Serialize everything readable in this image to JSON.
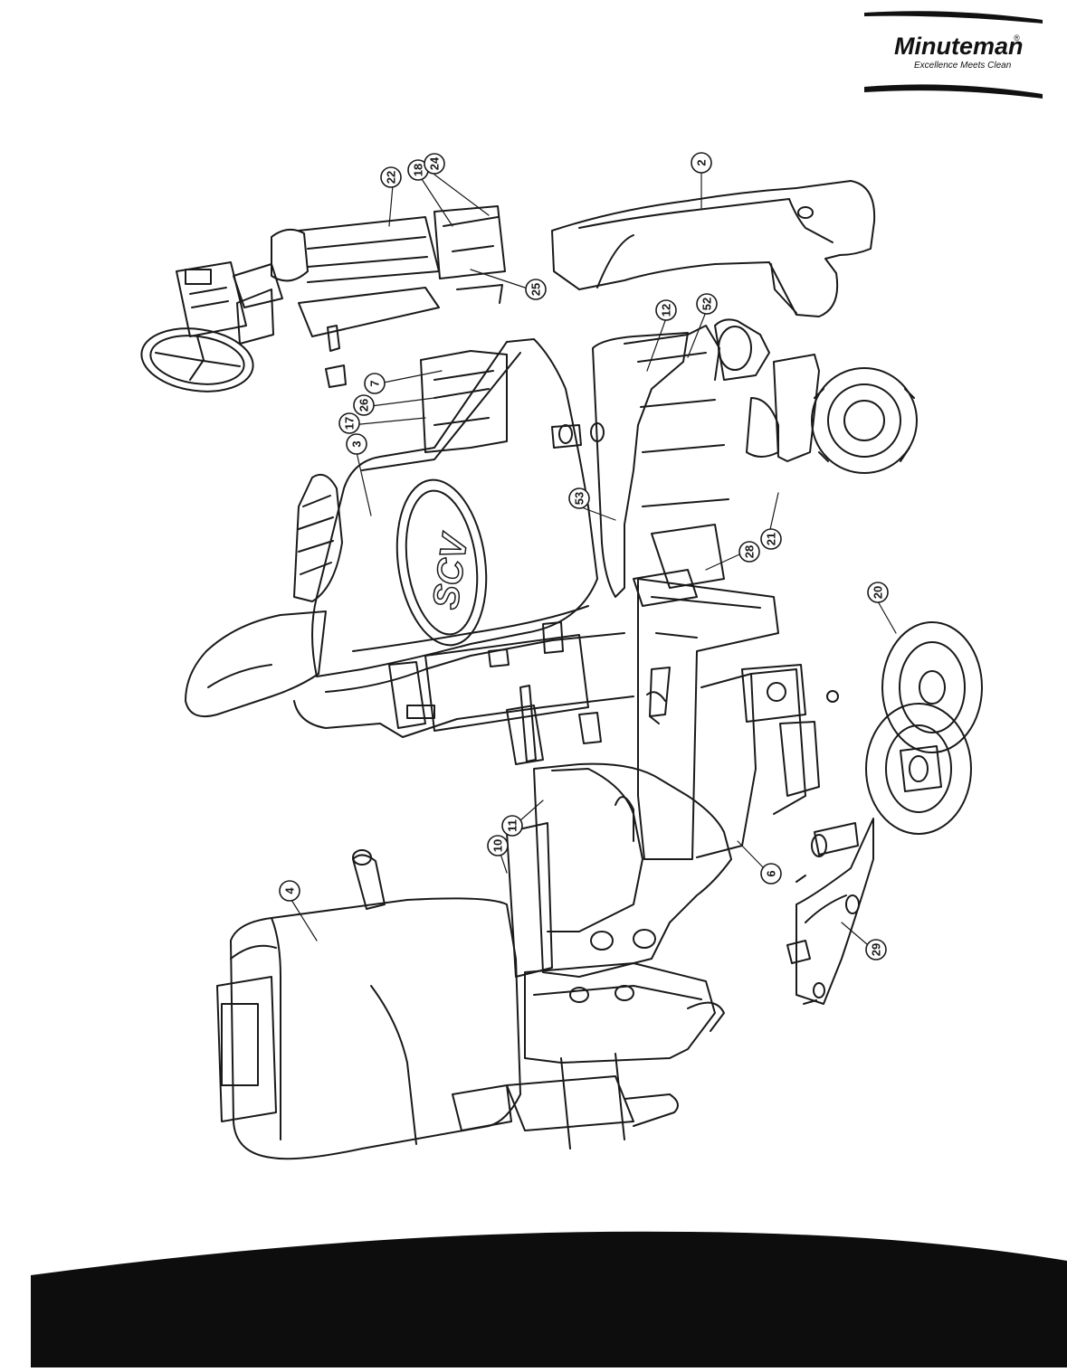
{
  "brand": {
    "name": "Minuteman",
    "registered": "®",
    "tagline": "Excellence Meets Clean"
  },
  "diagram": {
    "body_lettering": "SCV",
    "callouts": [
      "2",
      "3",
      "4",
      "6",
      "7",
      "10",
      "11",
      "12",
      "17",
      "18",
      "20",
      "21",
      "22",
      "24",
      "25",
      "26",
      "28",
      "29",
      "52",
      "53"
    ]
  },
  "colors": {
    "line": "#1a1a1a",
    "paper": "#ffffff",
    "band": "#0d0d0d"
  }
}
